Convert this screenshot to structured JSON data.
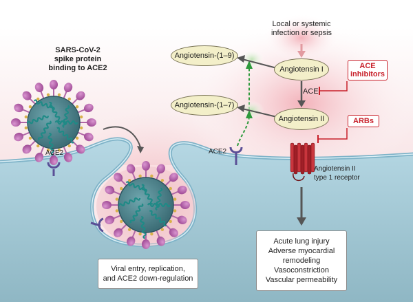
{
  "virus_label": {
    "line1": "SARS-CoV-2",
    "line2": "spike protein",
    "line3": "binding to ACE2"
  },
  "infection_label": {
    "line1": "Local or systemic",
    "line2": "infection or sepsis"
  },
  "nodes": {
    "ang_1_9": "Angiotensin-(1–9)",
    "ang_1_7": "Angiotensin-(1–7)",
    "ang_I": "Angiotensin I",
    "ang_II": "Angiotensin II"
  },
  "ace_label": "ACE",
  "ace2_left": "ACE2",
  "ace2_mid": "ACE2",
  "drugs": {
    "ace_inhibitors_line1": "ACE",
    "ace_inhibitors_line2": "inhibitors",
    "arbs": "ARBs"
  },
  "receptor_label": {
    "line1": "Angiotensin II",
    "line2": "type 1 receptor"
  },
  "viral_entry_box": {
    "line1": "Viral entry, replication,",
    "line2": "and ACE2 down-regulation"
  },
  "outcomes_box": {
    "items": [
      "Acute lung injury",
      "Adverse myocardial",
      "remodeling",
      "Vasoconstriction",
      "Vascular permeability"
    ]
  },
  "colors": {
    "membrane": "#a9cfe0",
    "cell_interior": "#9ec3d0",
    "pink_glow": "#f6c8cc",
    "virus_spike": "#c067b5",
    "virus_core": "#4a7f8a",
    "rna": "#1f8a86",
    "receptor_red": "#b8262e",
    "ace2_purple": "#5a4f96",
    "green_arrow": "#2e9a3c",
    "oval_fill": "#f3efc9",
    "drug_red": "#c8202a"
  }
}
